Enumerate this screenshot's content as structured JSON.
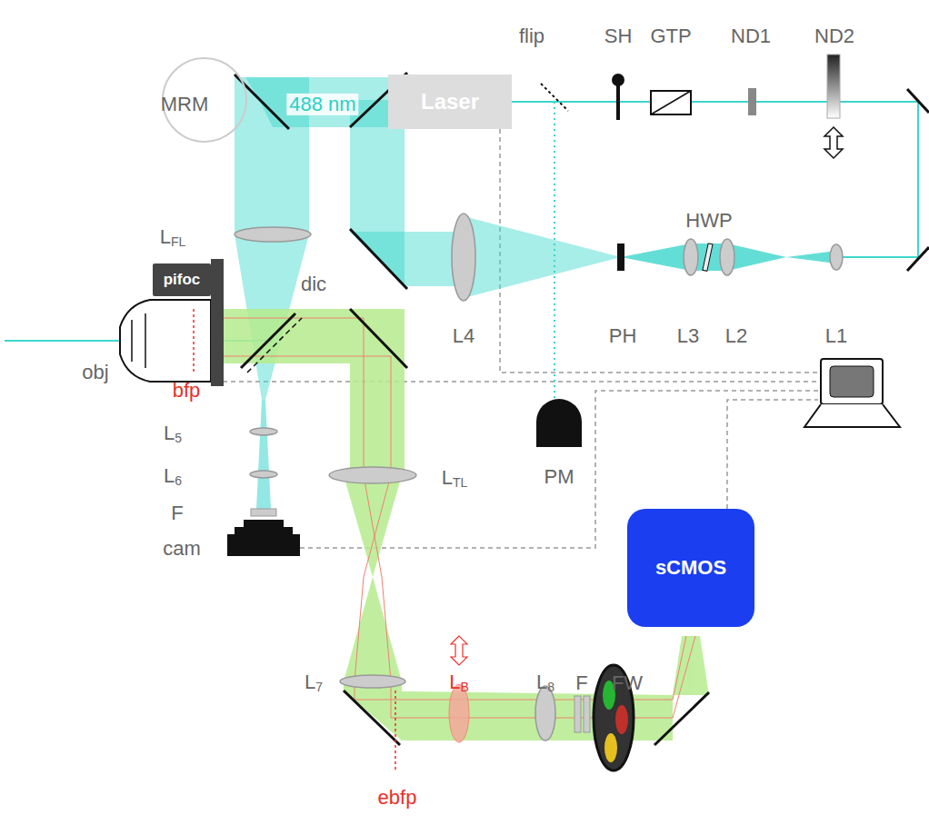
{
  "diagram": {
    "nodes": [
      {
        "text": [
          "Laser"
        ]
      },
      {
        "text": [
          "pifoc"
        ]
      },
      {
        "text": [
          "sCMOS"
        ]
      }
    ],
    "labels": [
      "488 nm",
      "flip",
      "SH",
      "GTP",
      "ND1",
      "ND2",
      "MRM",
      "HWP",
      "LFL",
      "dic",
      "L4",
      "PH",
      "L3",
      "L2",
      "L1",
      "obj",
      "bfp",
      "L5",
      "L6",
      "F",
      "cam",
      "LTL",
      "PM",
      "L7",
      "LB",
      "L8",
      "F",
      "FW",
      "ebfp"
    ]
  }
}
